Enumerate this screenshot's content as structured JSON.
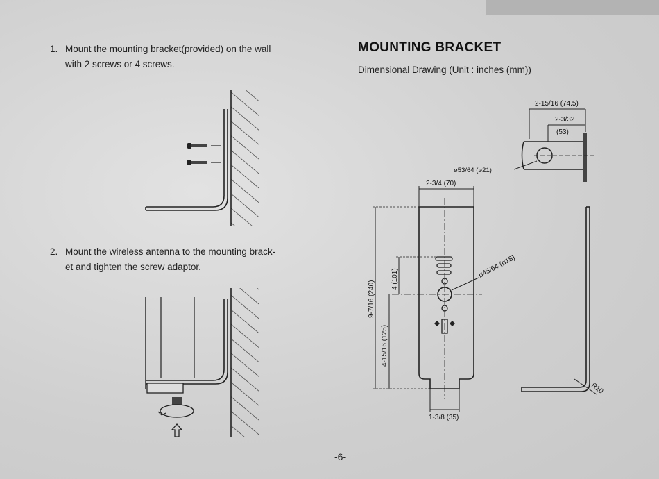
{
  "steps": [
    {
      "number": "1.",
      "line1": "Mount the mounting bracket(provided) on the wall",
      "line2": "with 2 screws or 4 screws."
    },
    {
      "number": "2.",
      "line1": "Mount the wireless antenna to the mounting brack-",
      "line2": "et and tighten the screw adaptor."
    }
  ],
  "section": {
    "title": "MOUNTING BRACKET",
    "subtitle": "Dimensional Drawing (Unit : inches (mm))"
  },
  "dimensions": {
    "side_length": "2-15/16 (74.5)",
    "side_inner": "2-3/32",
    "side_inner_mm": "(53)",
    "side_hole": "ø53/64 (ø21)",
    "width": "2-3/4 (70)",
    "total_height": "9-7/16 (240)",
    "upper_height": "4 (101)",
    "lower_height": "4-15/16 (125)",
    "center_hole": "ø45/64 (ø18)",
    "tab_width": "1-3/8 (35)",
    "bend_radius": "R10"
  },
  "page_number": "-6-"
}
